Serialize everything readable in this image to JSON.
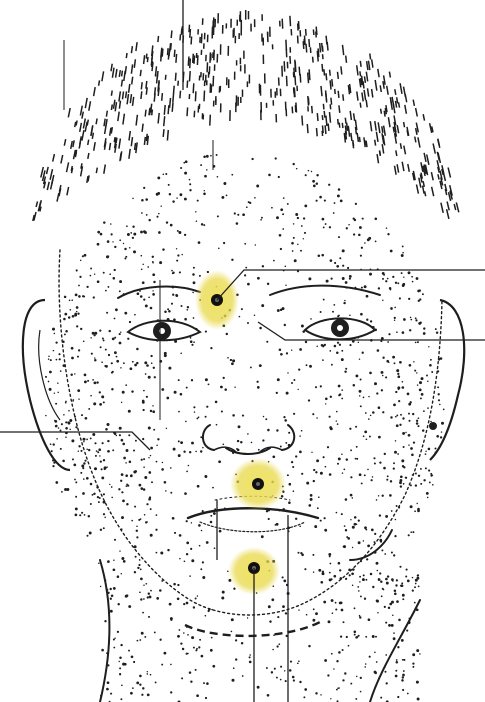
{
  "figure": {
    "subject": "stippled-front-face-illustration",
    "colors": {
      "ink": "#1e1e1e",
      "background": "#ffffff",
      "point_highlight": "#e8d84a",
      "point_center": "#111111"
    },
    "acupoints": [
      {
        "id": "glabella-point",
        "location": "between-eyebrows"
      },
      {
        "id": "philtrum-point",
        "location": "below-nose"
      },
      {
        "id": "chin-point",
        "location": "below-lower-lip"
      }
    ],
    "leader_lines": [
      {
        "id": "leader-glabella-right"
      },
      {
        "id": "leader-inner-eye-right"
      },
      {
        "id": "leader-cheek-left"
      },
      {
        "id": "leader-lip-down-left"
      },
      {
        "id": "leader-lip-down-right"
      },
      {
        "id": "leader-chin-down"
      },
      {
        "id": "leader-crown-up"
      }
    ]
  }
}
